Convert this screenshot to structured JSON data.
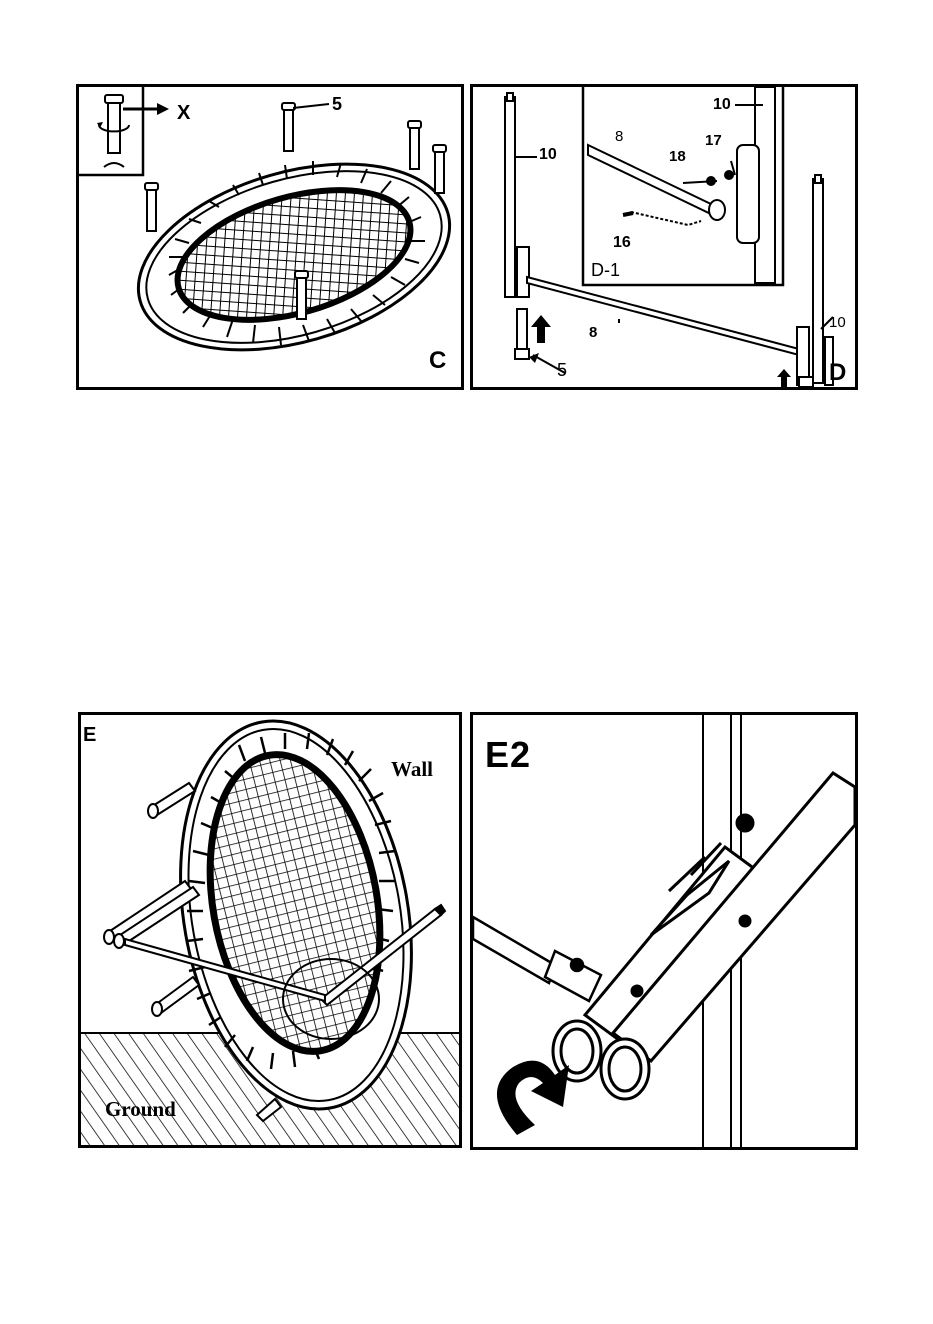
{
  "panel_c": {
    "letter": "C",
    "inset_label": "X",
    "callout_leg": "5"
  },
  "panel_d": {
    "letter": "D",
    "callout_leg": "5",
    "callout_upright_left": "10",
    "callout_upright_right": "10",
    "callout_crossbar": "8",
    "inset": {
      "title": "D-1",
      "callout_upright": "10",
      "callout_crossbar": "8",
      "callout_washer": "18",
      "callout_nut": "17",
      "callout_bolt": "16"
    }
  },
  "panel_e": {
    "letter": "E",
    "wall_label": "Wall",
    "ground_label": "Ground"
  },
  "panel_e2": {
    "title": "E2"
  },
  "colors": {
    "ink": "#000000",
    "paper": "#ffffff",
    "net_fill": "#d9d9d9",
    "tube_fill": "#eeeeee"
  }
}
